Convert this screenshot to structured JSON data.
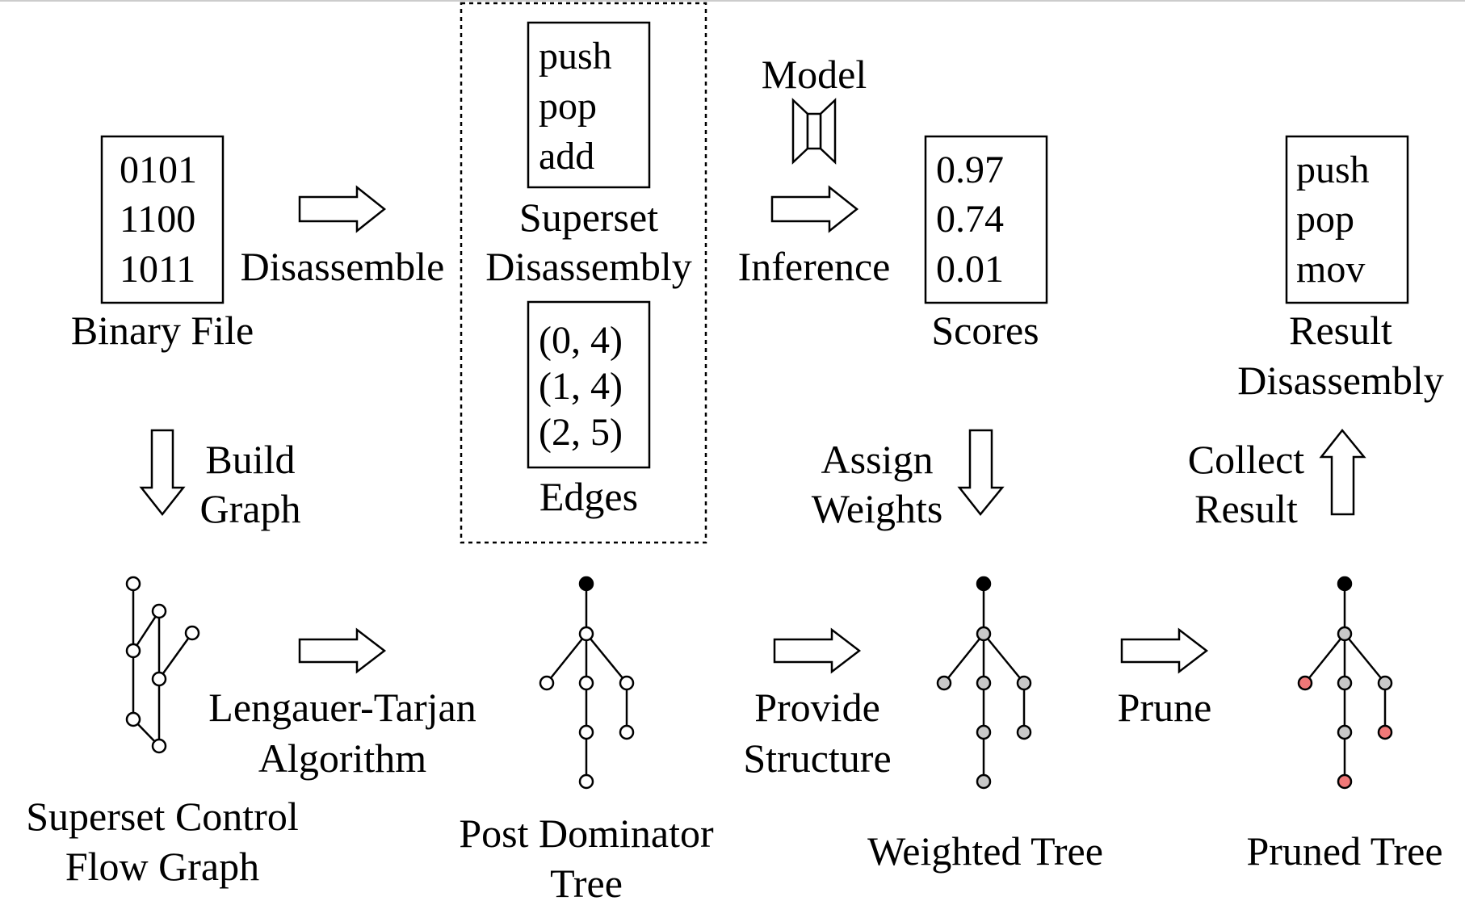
{
  "binary_file": {
    "lines": [
      "0101",
      "1100",
      "1011"
    ],
    "caption": "Binary File"
  },
  "superset_disassembly": {
    "lines": [
      "push",
      "pop",
      "add"
    ],
    "caption": [
      "Superset",
      "Disassembly"
    ]
  },
  "edges": {
    "lines": [
      "(0, 4)",
      "(1, 4)",
      "(2, 5)"
    ],
    "caption": "Edges"
  },
  "scores": {
    "lines": [
      "0.97",
      "0.74",
      "0.01"
    ],
    "caption": "Scores"
  },
  "result_disassembly": {
    "lines": [
      "push",
      "pop",
      "mov"
    ],
    "caption": [
      "Result",
      "Disassembly"
    ]
  },
  "steps": {
    "disassemble": "Disassemble",
    "model": "Model",
    "inference": "Inference",
    "build_graph": [
      "Build",
      "Graph"
    ],
    "assign_weights": [
      "Assign",
      "Weights"
    ],
    "collect_result": [
      "Collect",
      "Result"
    ],
    "lengauer_tarjan": [
      "Lengauer-Tarjan",
      "Algorithm"
    ],
    "provide_structure": [
      "Provide",
      "Structure"
    ],
    "prune": "Prune"
  },
  "graphs": {
    "scfg_caption": [
      "Superset Control",
      "Flow Graph"
    ],
    "pdt_caption": [
      "Post Dominator",
      "Tree"
    ],
    "weighted_caption": "Weighted Tree",
    "pruned_caption": "Pruned Tree"
  },
  "node_colors": {
    "root": "#000000",
    "plain": "#ffffff",
    "weighted": "#c8c8c8",
    "pruned": "#f07878"
  }
}
